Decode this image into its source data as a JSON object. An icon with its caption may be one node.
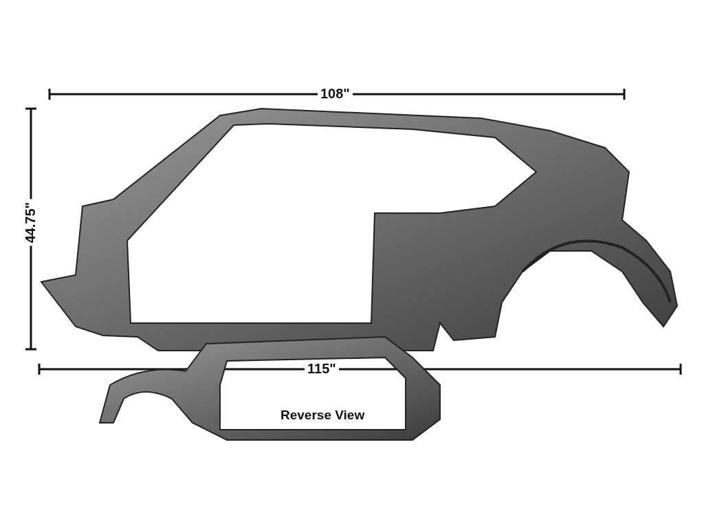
{
  "diagram": {
    "labels": [
      "108\"",
      "44.75\"",
      "115\"",
      "Reverse View"
    ]
  }
}
